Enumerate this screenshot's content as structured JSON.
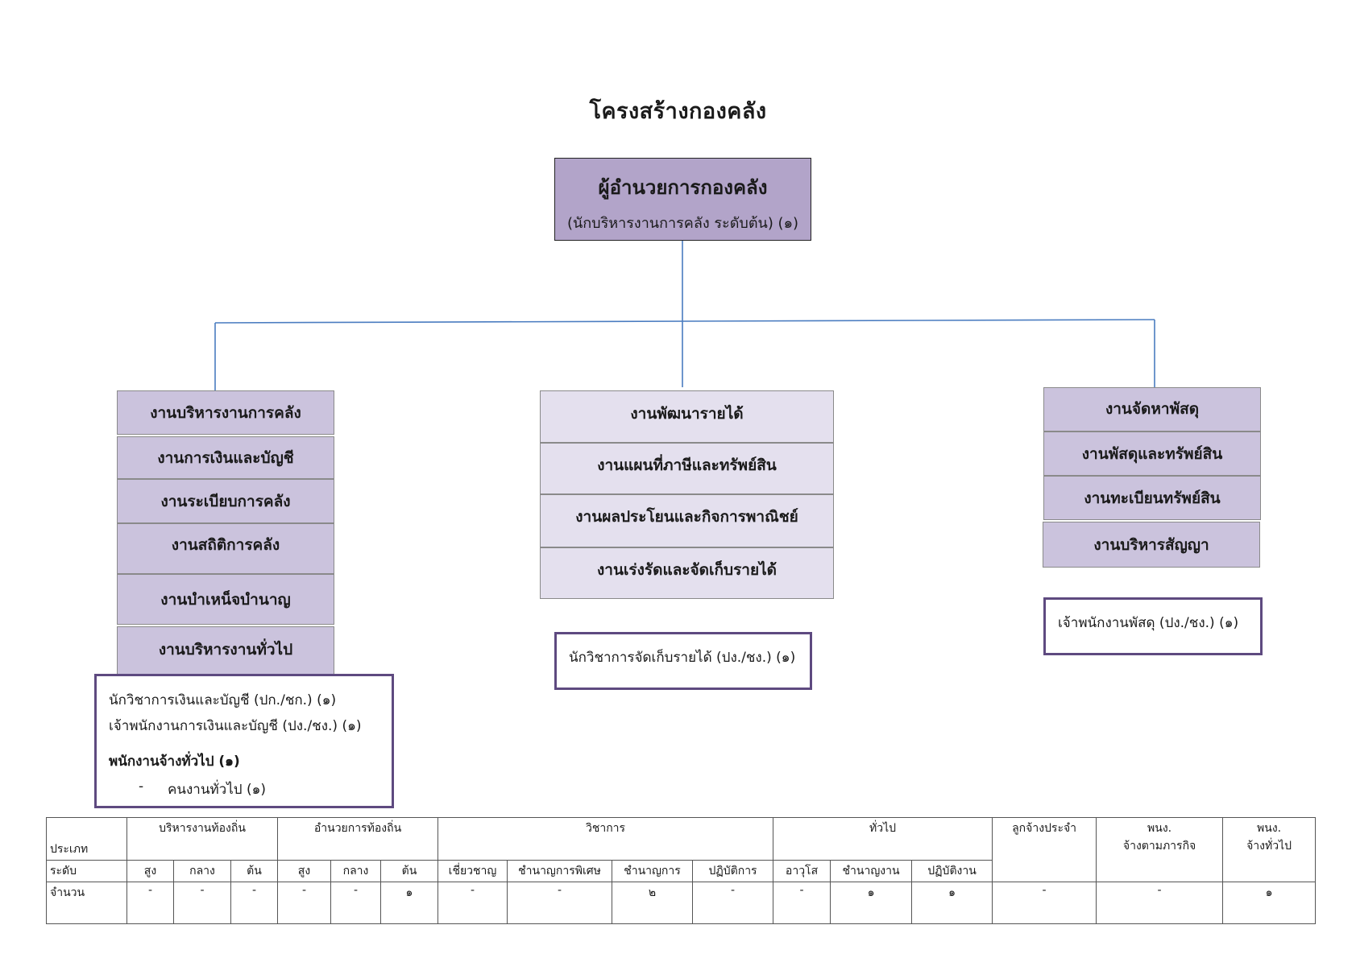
{
  "title": "โครงสร้างกองคลัง",
  "director": {
    "title": "ผู้อำนวยการกองคลัง",
    "subtitle": "(นักบริหารงานการคลัง ระดับต้น) (๑)"
  },
  "left_column": {
    "units": [
      "งานบริหารงานการคลัง",
      "งานการเงินและบัญชี",
      "งานระเบียบการคลัง",
      "งานสถิติการคลัง",
      "งานบำเหน็จบำนาญ",
      "งานบริหารงานทั่วไป"
    ],
    "staff": {
      "line1": "นักวิชาการเงินและบัญชี (ปก./ชก.) (๑)",
      "line2": "เจ้าพนักงานการเงินและบัญชี  (ปง./ชง.) (๑)",
      "line3": "พนักงานจ้างทั่วไป (๑)",
      "line4_dash": "-",
      "line4": "คนงานทั่วไป (๑)"
    }
  },
  "middle_column": {
    "units": [
      "งานพัฒนารายได้",
      "งานแผนที่ภาษีและทรัพย์สิน",
      "งานผลประโยนและกิจการพาณิชย์",
      "งานเร่งรัดและจัดเก็บรายได้"
    ],
    "staff": {
      "line1": "นักวิชาการจัดเก็บรายได้  (ปง./ชง.) (๑)"
    }
  },
  "right_column": {
    "units": [
      "งานจัดหาพัสดุ",
      "งานพัสดุและทรัพย์สิน",
      "งานทะเบียนทรัพย์สิน",
      "งานบริหารสัญญา"
    ],
    "staff": {
      "line1": "เจ้าพนักงานพัสดุ  (ปง./ชง.) (๑)"
    }
  },
  "table": {
    "type_label": "ประเภท",
    "level_label": "ระดับ",
    "count_label": "จำนวน",
    "groups": [
      "บริหารงานท้องถิ่น",
      "อำนวยการท้องถิ่น",
      "วิชาการ",
      "ทั่วไป",
      "ลูกจ้างประจำ"
    ],
    "mission_staff": {
      "line1": "พนง.",
      "line2": "จ้างตามภารกิจ"
    },
    "general_staff": {
      "line1": "พนง.",
      "line2": "จ้างทั่วไป"
    },
    "levels": [
      "สูง",
      "กลาง",
      "ต้น",
      "สูง",
      "กลาง",
      "ต้น",
      "เชี่ยวชาญ",
      "ชำนาญการพิเศษ",
      "ชำนาญการ",
      "ปฏิบัติการ",
      "อาวุโส",
      "ชำนาญงาน",
      "ปฏิบัติงาน"
    ],
    "counts": [
      "-",
      "-",
      "-",
      "-",
      "-",
      "๑",
      "-",
      "-",
      "๒",
      "-",
      "-",
      "๑",
      "๑",
      "-",
      "-",
      "๑"
    ]
  },
  "colors": {
    "dark_purple": "#b2a4c9",
    "left_fill": "#cbc3dd",
    "mid_fill": "#e4e0ee",
    "staff_border": "#5e4a80",
    "connector": "#4a7cc0"
  }
}
